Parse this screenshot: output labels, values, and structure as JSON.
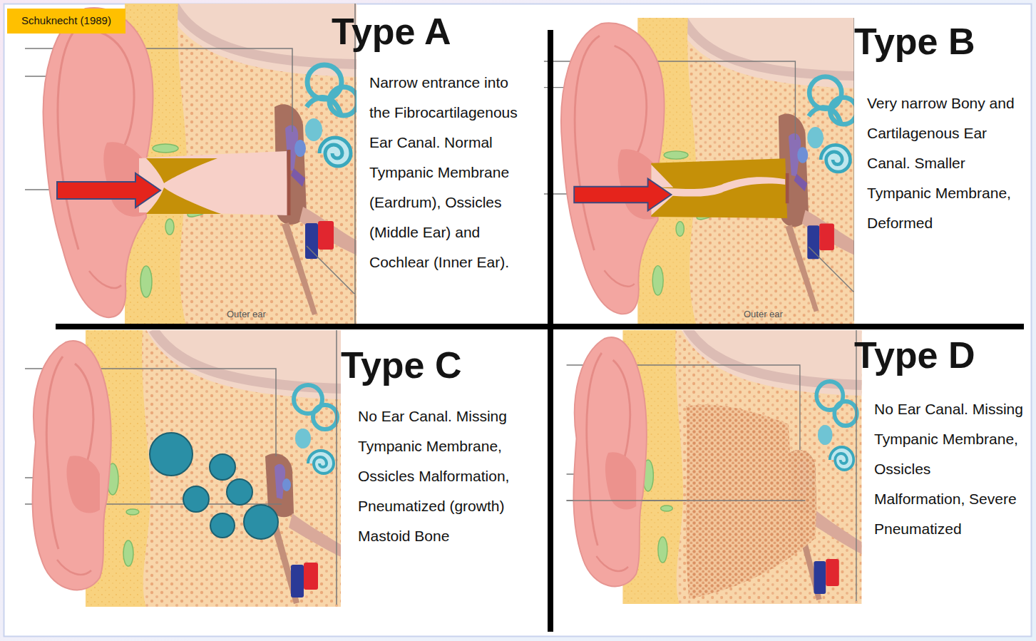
{
  "diagram": {
    "nodes": [
      {
        "text": [
          "Schuknecht (1989)"
        ]
      }
    ],
    "labels": [
      "Type A",
      "Narrow entrance into the Fibrocartilagenous Ear Canal. Normal Tympanic Membrane (Eardrum), Ossicles (Middle Ear) and Cochlear (Inner Ear).",
      "Outer ear",
      "Type B",
      "Very narrow Bony and Cartilagenous Ear Canal. Smaller Tympanic Membrane, Deformed",
      "Outer ear",
      "Type C",
      "No Ear Canal. Missing Tympanic Membrane, Ossicles Malformation, Pneumatized (growth) Mastoid Bone",
      "Type D",
      "No Ear Canal. Missing Tympanic Membrane, Ossicles Malformation, Severe Pneumatized"
    ]
  }
}
